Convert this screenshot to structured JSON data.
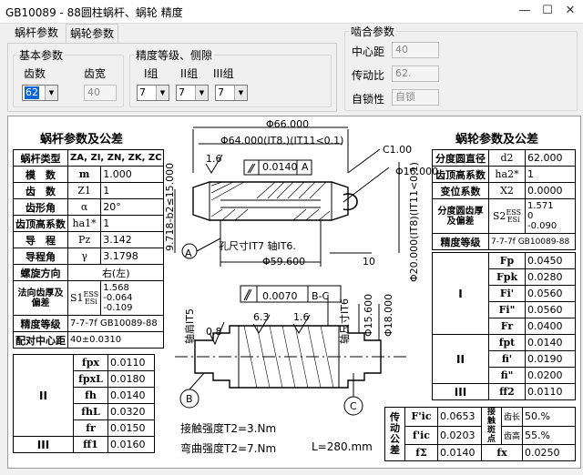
{
  "window": {
    "title": "GB10089 - 88圆柱蜗杆、蜗轮 精度",
    "min": "—",
    "max": "☐",
    "close": "✕"
  },
  "tabs": [
    {
      "label": "蜗杆参数"
    },
    {
      "label": "蜗轮参数"
    }
  ],
  "basic": {
    "legend": "基本参数",
    "teeth_label": "齿数",
    "teeth_value": "62",
    "width_label": "齿宽",
    "width_value": "40"
  },
  "precision": {
    "legend": "精度等级、侧隙",
    "groups": [
      {
        "label": "I组",
        "value": "7"
      },
      {
        "label": "II组",
        "value": "7"
      },
      {
        "label": "III组",
        "value": "7"
      }
    ]
  },
  "mesh": {
    "legend": "啮合参数",
    "center_label": "中心距",
    "center_value": "40",
    "ratio_label": "传动比",
    "ratio_value": "62.",
    "lock_label": "自锁性",
    "lock_value": "自锁"
  },
  "worm": {
    "title": "蜗杆参数及公差",
    "rows": [
      {
        "label": "蜗杆类型",
        "sym": "ZA, ZI, ZN, ZK, ZC",
        "val": ""
      },
      {
        "label": "模　数",
        "sym": "m",
        "val": "1.000"
      },
      {
        "label": "齿　数",
        "sym": "Z1",
        "val": "1"
      },
      {
        "label": "齿形角",
        "sym": "α",
        "val": "20°"
      },
      {
        "label": "齿顶高系数",
        "sym": "ha1*",
        "val": "1"
      },
      {
        "label": "导　程",
        "sym": "Pz",
        "val": "3.142"
      },
      {
        "label": "导程角",
        "sym": "γ",
        "val": "3.1798"
      },
      {
        "label": "螺旋方向",
        "sym": "",
        "val": "右(左)"
      },
      {
        "label": "法向齿厚及偏差",
        "sym": "S1",
        "sub1": "ESS",
        "sub2": "ESi",
        "val": "1.568",
        "val2": "-0.064",
        "val3": "-0.109"
      },
      {
        "label": "精度等级",
        "sym": "",
        "val": "7-7-7f GB10089-88"
      },
      {
        "label": "配对中心距",
        "sym": "",
        "val": "40±0.0310"
      }
    ],
    "tol": [
      {
        "grp": "II",
        "sym": "fpx",
        "val": "0.0110"
      },
      {
        "grp": "",
        "sym": "fpxL",
        "val": "0.0180"
      },
      {
        "grp": "",
        "sym": "fh",
        "val": "0.0140"
      },
      {
        "grp": "",
        "sym": "fhL",
        "val": "0.0320"
      },
      {
        "grp": "",
        "sym": "fr",
        "val": "0.0150"
      },
      {
        "grp": "III",
        "sym": "ff1",
        "val": "0.0160"
      }
    ]
  },
  "wheel": {
    "title": "蜗轮参数及公差",
    "rows": [
      {
        "label": "分度圆直径",
        "sym": "d2",
        "val": "62.000"
      },
      {
        "label": "齿顶高系数",
        "sym": "ha2*",
        "val": "1"
      },
      {
        "label": "变位系数",
        "sym": "X2",
        "val": "0.0000"
      },
      {
        "label": "分度圆齿厚及偏差",
        "sym": "S2",
        "sub1": "ESS",
        "sub2": "ESi",
        "val": "1.571",
        "val2": "0",
        "val3": "-0.090"
      },
      {
        "label": "精度等级",
        "sym": "",
        "val": "7-7-7f GB10089-88"
      }
    ],
    "tol": [
      {
        "grp": "I",
        "sym": "Fp",
        "val": "0.0450"
      },
      {
        "grp": "",
        "sym": "Fpk",
        "val": "0.0280"
      },
      {
        "grp": "",
        "sym": "Fi'",
        "val": "0.0560"
      },
      {
        "grp": "",
        "sym": "Fi\"",
        "val": "0.0560"
      },
      {
        "grp": "",
        "sym": "Fr",
        "val": "0.0400"
      },
      {
        "grp": "II",
        "sym": "fpt",
        "val": "0.0140"
      },
      {
        "grp": "",
        "sym": "fi'",
        "val": "0.0190"
      },
      {
        "grp": "",
        "sym": "fi\"",
        "val": "0.0200"
      },
      {
        "grp": "III",
        "sym": "ff2",
        "val": "0.0110"
      }
    ],
    "drive": {
      "label": "传动公差",
      "rows": [
        {
          "sym": "F'ic",
          "val": "0.0653"
        },
        {
          "sym": "f'ic",
          "val": "0.0203"
        },
        {
          "sym": "fΣ",
          "val": "0.0140"
        }
      ]
    },
    "contact": {
      "label": "接触斑点",
      "rows": [
        {
          "k": "齿长",
          "v": "50.%"
        },
        {
          "k": "齿高",
          "v": "55.%"
        }
      ]
    },
    "fx": {
      "sym": "fx",
      "val": "0.0250"
    }
  },
  "drawing": {
    "d66": "Φ66.000",
    "d64": "Φ64.000(IT8.)(IT11<0.1)",
    "c": "C1.00",
    "d16": "Φ16.000",
    "fcf1": "0.0140",
    "datumA": "A",
    "d59": "Φ59.600",
    "ten": "10",
    "r16": "1.6",
    "side": "9.718-b2≤15.000",
    "hole": "孔尺寸IT7 轴IT6.",
    "d20": "Φ20.000(IT8)(IT11<0.1)",
    "fcf2": "0.0070",
    "datumBC": "B-C",
    "shaftIT5": "轴肩IT5",
    "shaftIT6": "轴尺寸IT6",
    "r08": "0.8",
    "r63": "6.3",
    "r16b": "1.6",
    "d156": "Φ15.600",
    "d18": "Φ18.000",
    "labA": "A",
    "labB": "B",
    "labC": "C",
    "note1": "接触强度T2=3.Nm",
    "note2": "弯曲强度T2=7.Nm",
    "note3": "L=280.mm"
  }
}
